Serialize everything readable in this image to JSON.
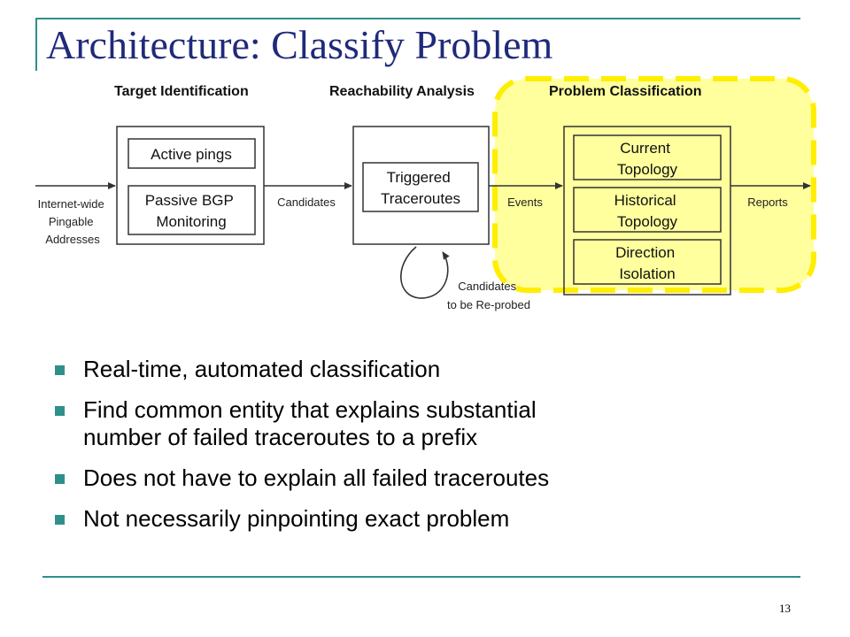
{
  "slide": {
    "title": "Architecture: Classify Problem",
    "page_number": "13",
    "accent_color": "#2f8f8a",
    "title_color": "#1f2a7a",
    "highlight_color": "#ffff9e",
    "highlight_border_color": "#ffee00"
  },
  "diagram": {
    "headers": {
      "target_identification": "Target Identification",
      "reachability_analysis": "Reachability Analysis",
      "problem_classification": "Problem Classification"
    },
    "input_label_lines": [
      "Internet-wide",
      "Pingable",
      "Addresses"
    ],
    "target_boxes": {
      "active_pings": "Active pings",
      "passive_bgp_lines": [
        "Passive BGP",
        "Monitoring"
      ]
    },
    "candidates_label": "Candidates",
    "traceroute_lines": [
      "Triggered",
      "Traceroutes"
    ],
    "reprobe_label_lines": [
      "Candidates",
      "to be Re-probed"
    ],
    "events_label": "Events",
    "classification_boxes": {
      "current_topology_lines": [
        "Current",
        "Topology"
      ],
      "historical_topology_lines": [
        "Historical",
        "Topology"
      ],
      "direction_isolation_lines": [
        "Direction",
        "Isolation"
      ]
    },
    "reports_label": "Reports"
  },
  "bullets": [
    {
      "lines": [
        "Real-time, automated classification"
      ]
    },
    {
      "lines": [
        "Find common entity that explains substantial",
        "number of failed traceroutes to a prefix"
      ]
    },
    {
      "lines": [
        "Does not have to explain all failed traceroutes"
      ]
    },
    {
      "lines": [
        "Not necessarily pinpointing exact problem"
      ]
    }
  ]
}
